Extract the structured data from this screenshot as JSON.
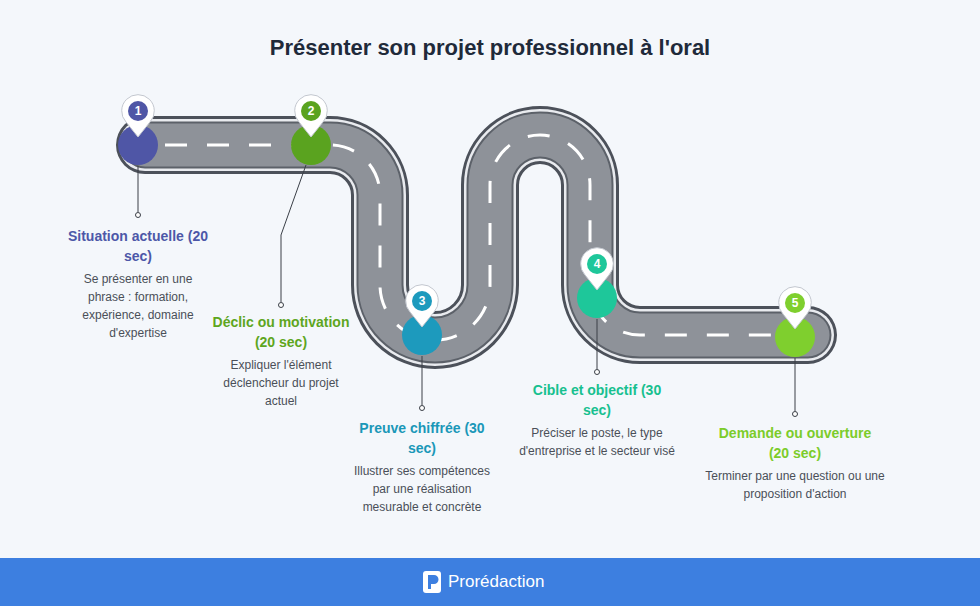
{
  "diagram": {
    "title": "Présenter son projet professionnel à l'oral",
    "nodes": [
      {
        "text": [
          "1"
        ]
      },
      {
        "text": [
          "2"
        ]
      },
      {
        "text": [
          "3"
        ]
      },
      {
        "text": [
          "4"
        ]
      },
      {
        "text": [
          "5"
        ]
      }
    ],
    "labels": [
      "Situation actuelle (20 sec)",
      "Se présenter en une phrase : formation, expérience, domaine d'expertise",
      "Déclic ou motivation (20 sec)",
      "Expliquer l'élément déclencheur du projet actuel",
      "Preuve chiffrée (30 sec)",
      "Illustrer ses compétences par une réalisation mesurable et concrète",
      "Cible et objectif (30 sec)",
      "Préciser le poste, le type d'entreprise et le secteur visé",
      "Demande ou ouverture (20 sec)",
      "Terminer par une question ou une proposition d'action",
      "Prorédaction"
    ]
  }
}
